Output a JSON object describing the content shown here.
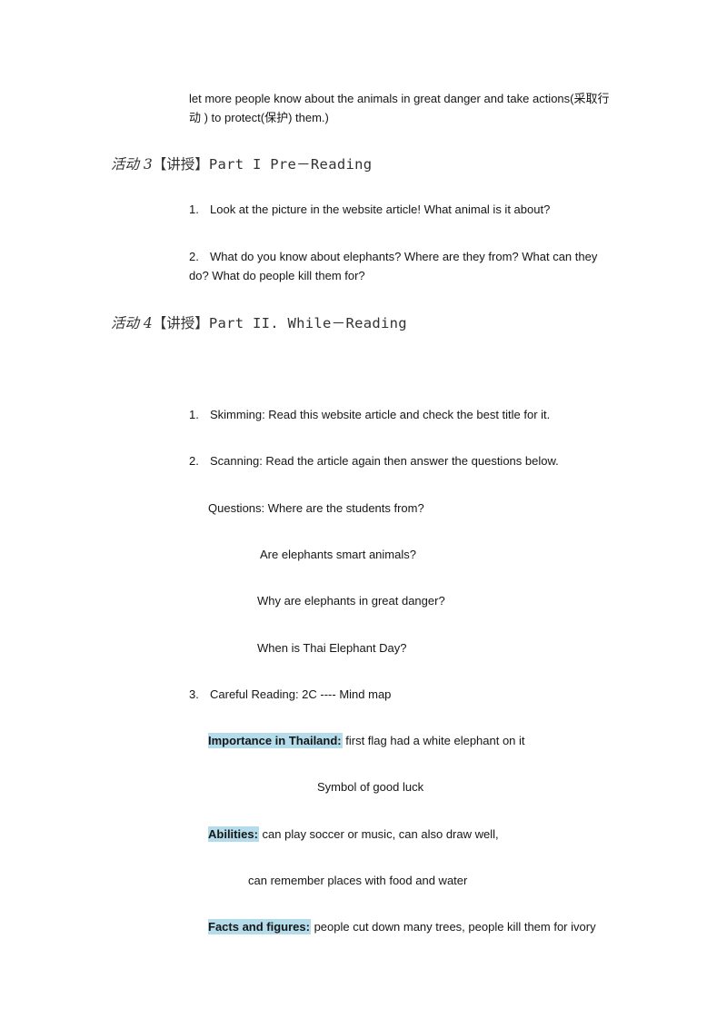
{
  "intro": {
    "line1": "let more people know about the animals in great danger and take actions(采取行",
    "line2": "动 ) to protect(保护) them.)"
  },
  "activity3": {
    "label": "活动 3",
    "tag": "【讲授】",
    "title": "Part  I  Pre－Reading",
    "items": [
      {
        "num": "1.",
        "text": "Look at the picture in the website article! What animal is it about?"
      },
      {
        "num": "2.",
        "text": "What do you know about elephants? Where are they from? What can they",
        "cont": "do? What do people kill them for?"
      }
    ]
  },
  "activity4": {
    "label": "活动 4",
    "tag": "【讲授】",
    "title": "Part  II.  While－Reading",
    "items": [
      {
        "num": "1.",
        "text": "Skimming: Read this website article and check the best title for it."
      },
      {
        "num": "2.",
        "text": "Scanning: Read the article again then answer the questions below."
      }
    ],
    "questions": [
      "Questions: Where are the students from?",
      "Are elephants smart animals?",
      "Why are elephants in great danger?",
      "When is Thai Elephant Day?"
    ],
    "item3": {
      "num": "3.",
      "text": "Careful Reading: 2C ---- Mind map"
    },
    "mindmap": {
      "importance": {
        "label": "Importance in Thailand:",
        "text": " first flag had a white elephant on it",
        "extra": "Symbol of good luck"
      },
      "abilities": {
        "label": "Abilities:",
        "text": " can play soccer or music, can also draw well,",
        "extra": "can remember places with food and water"
      },
      "facts": {
        "label": "Facts and figures:",
        "text": " people cut down many trees, people kill them for ivory"
      }
    }
  }
}
